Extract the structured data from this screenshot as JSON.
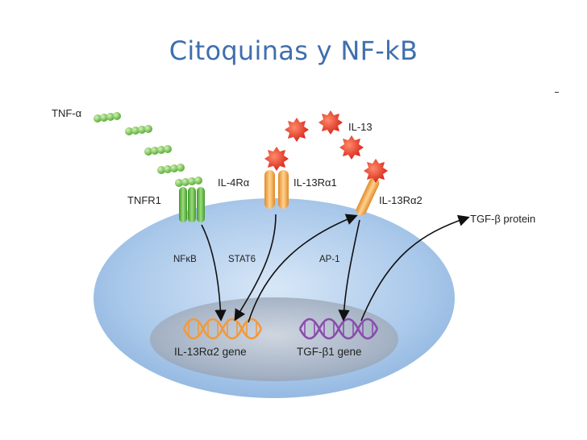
{
  "slide": {
    "title": "Citoquinas y NF-kB"
  },
  "diagram": {
    "ligands": {
      "tnf": "TNF-α",
      "il13": "IL-13"
    },
    "receptors": {
      "tnfr1": "TNFR1",
      "il4ra": "IL-4Rα",
      "il13ra1": "IL-13Rα1",
      "il13ra2": "IL-13Rα2"
    },
    "pathways": {
      "nfkb": "NFκB",
      "stat6": "STAT6",
      "ap1": "AP-1"
    },
    "genes": {
      "il13ra2_gene": "IL-13Rα2 gene",
      "tgfb1_gene": "TGF-β1 gene"
    },
    "product": {
      "tgfb_protein": "TGF-β protein"
    }
  },
  "colors": {
    "title": "#3f6fae",
    "cell": "#9ec0e6",
    "nucleus": "#a6b5c9",
    "receptor_green": "#5db847",
    "receptor_orange": "#f2a84b",
    "ligand_red": "#e03020",
    "dna_orange": "#f19a3c",
    "dna_purple": "#8a4cad"
  }
}
